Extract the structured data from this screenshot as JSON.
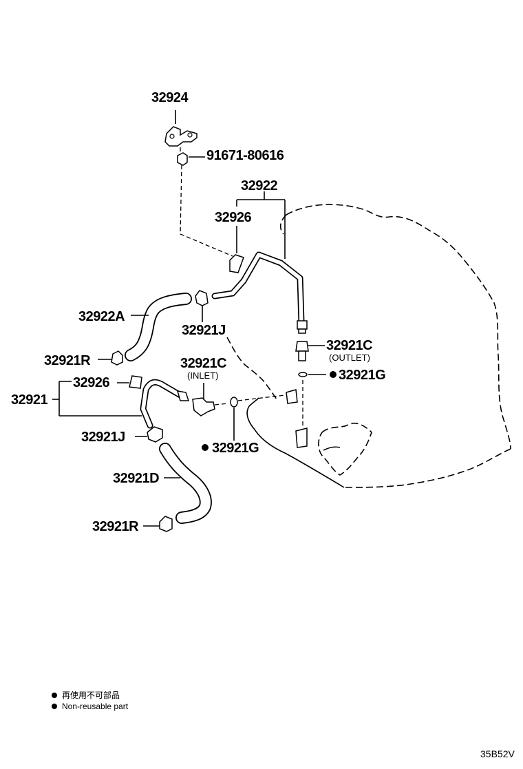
{
  "labels": {
    "p32924": "32924",
    "bolt": "91671-80616",
    "p32922": "32922",
    "p32926_top": "32926",
    "p32922A": "32922A",
    "p32921J_top": "32921J",
    "p32921C_outlet": "32921C",
    "outlet": "(OUTLET)",
    "p32921G_right": "32921G",
    "p32921R_top": "32921R",
    "p32921C_inlet": "32921C",
    "inlet": "(INLET)",
    "p32926_mid": "32926",
    "p32921": "32921",
    "p32921J_mid": "32921J",
    "p32921G_bottom": "32921G",
    "p32921D": "32921D",
    "p32921R_bottom": "32921R"
  },
  "legend": {
    "line_jp": "再使用不可部品",
    "line_en": "Non-reusable part"
  },
  "diagram_code": "35B52V"
}
